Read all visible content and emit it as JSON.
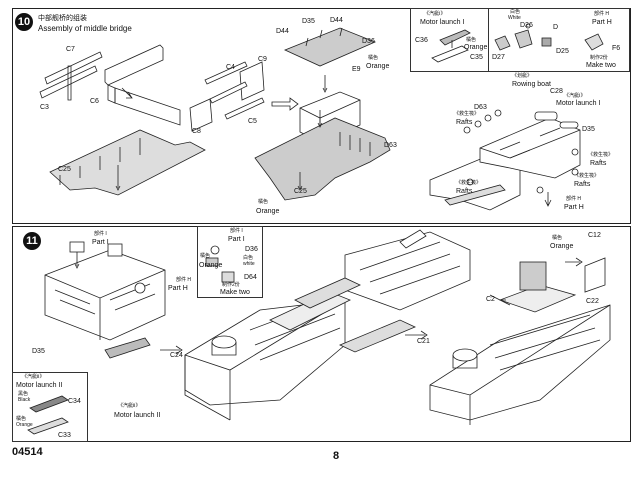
{
  "step10": {
    "number": "10",
    "title_cn": "中部舰桥的组装",
    "title_en": "Assembly of middle bridge",
    "parts": {
      "c7": "C7",
      "c3": "C3",
      "c6": "C6",
      "c25a": "C25",
      "c4": "C4",
      "c9": "C9",
      "c8": "C8",
      "c5": "C5",
      "c25b": "C25",
      "d35": "D35",
      "d44a": "D44",
      "d44b": "D44",
      "d36": "D36",
      "e9": "E9",
      "d63": "D63"
    },
    "orange_cn": "橘色",
    "orange_en": "Orange",
    "orange2_cn": "橘色",
    "orange2_en": "Orange",
    "inset_launch": {
      "cn": "《汽艇Ⅰ》",
      "en": "Motor launch I",
      "c36": "C36",
      "c35": "C35",
      "orange_cn": "橘色",
      "orange_en": "Orange"
    },
    "inset_parth": {
      "white_cn": "白色",
      "white_en": "White",
      "d27": "D27",
      "d26": "D26",
      "d25": "D25",
      "d": "D",
      "parth_cn": "部件 H",
      "parth_en": "Part H",
      "f6": "F6",
      "make_cn": "制作2份",
      "make_en": "Make two"
    },
    "right": {
      "rowing_cn": "《划艇》",
      "rowing_en": "Rowing boat",
      "c28": "C28",
      "motor_cn": "《汽艇Ⅰ》",
      "motor_en": "Motor launch I",
      "d63": "D63",
      "rafts1_cn": "《救生筏》",
      "rafts1_en": "Rafts",
      "d35": "D35",
      "rafts2_cn": "《救生筏》",
      "rafts2_en": "Rafts",
      "rafts3_cn": "《救生筏》",
      "rafts3_en": "Rafts",
      "rafts4_cn": "《救生筏》",
      "rafts4_en": "Rafts",
      "parth_cn": "部件 H",
      "parth_en": "Part H"
    }
  },
  "step11": {
    "number": "11",
    "parti_cn": "部件 I",
    "parti_en": "Part I",
    "parth_cn": "部件 H",
    "parth_en": "Part H",
    "d35": "D35",
    "c24": "C24",
    "c21": "C21",
    "c2": "C2",
    "c12": "C12",
    "c22": "C22",
    "orange_cn": "橘色",
    "orange_en": "Orange",
    "launch_cn": "《汽艇Ⅱ》",
    "launch_en": "Motor launch II",
    "inset_parti": {
      "cn": "部件 I",
      "en": "Part I",
      "d36": "D36",
      "orange_cn": "橘色",
      "orange_en": "Orange",
      "white_cn": "白色",
      "white_en": "white",
      "d64": "D64",
      "make_cn": "制作2份",
      "make_en": "Make two"
    },
    "inset_launch": {
      "cn": "《汽艇Ⅱ》",
      "en": "Motor launch II",
      "black_cn": "黑色",
      "black_en": "Black",
      "c34": "C34",
      "orange_cn": "橘色",
      "orange_en": "Orange",
      "c33": "C33"
    }
  },
  "footer": {
    "code": "04514",
    "page": "8"
  }
}
